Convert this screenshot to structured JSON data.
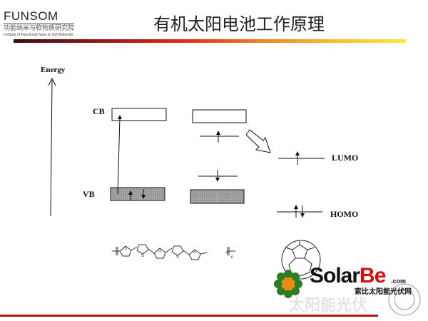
{
  "header": {
    "logo_name": "FUNSOM",
    "logo_cn": "功能纳米与软物质研究院",
    "logo_en": "Institute of Functional Nano & Soft Materials",
    "title": "有机太阳电池工作原理"
  },
  "diagram": {
    "axis_label": "Energy",
    "cb_label": "CB",
    "vb_label": "VB",
    "lumo_label": "LUMO",
    "homo_label": "HOMO",
    "polymer_subscript": "n",
    "polymer_ring_atom": "S"
  },
  "watermark": {
    "brand": "SolarBe",
    "brand_suffix": ".com",
    "brand_cn": "索比太阳能光伏网",
    "faint_text": "太阳能光伏"
  },
  "colors": {
    "bar_start": "#3a0e0e",
    "bar_mid": "#e03020",
    "bar_end": "#f7e840",
    "bottom_bar": "#b01818",
    "brand_red": "#d01010",
    "flower_green": "#2e7d22",
    "flower_center": "#f08a10"
  }
}
